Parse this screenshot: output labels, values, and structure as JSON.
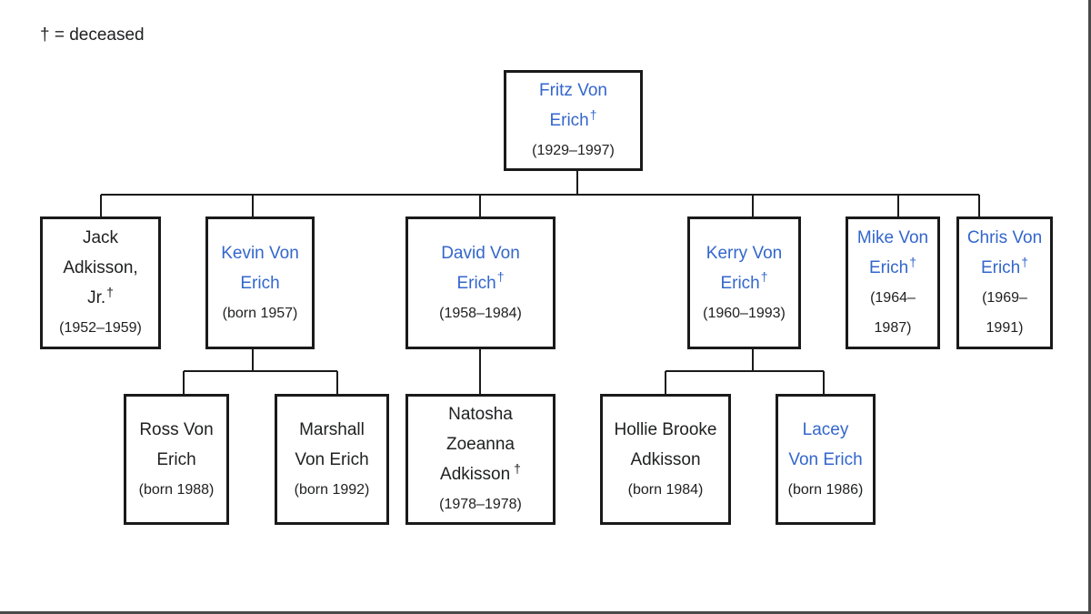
{
  "legend": "† = deceased",
  "dagger": "†",
  "people": {
    "fritz": {
      "name_1": "Fritz Von",
      "name_2": "Erich",
      "dates": "(1929–1997)",
      "deceased": true
    },
    "jack": {
      "name_1": "Jack",
      "name_2": "Adkisson,",
      "name_3": "Jr.",
      "dates": "(1952–1959)",
      "deceased": true
    },
    "kevin": {
      "name_1": "Kevin Von",
      "name_2": "Erich",
      "dates": "(born 1957)",
      "deceased": false
    },
    "david": {
      "name_1": "David Von",
      "name_2": "Erich",
      "dates": "(1958–1984)",
      "deceased": true
    },
    "kerry": {
      "name_1": "Kerry Von",
      "name_2": "Erich",
      "dates": "(1960–1993)",
      "deceased": true
    },
    "mike": {
      "name_1": "Mike Von",
      "name_2": "Erich",
      "dates_1": "(1964–",
      "dates_2": "1987)",
      "deceased": true
    },
    "chris": {
      "name_1": "Chris Von",
      "name_2": "Erich",
      "dates_1": "(1969–",
      "dates_2": "1991)",
      "deceased": true
    },
    "ross": {
      "name_1": "Ross Von",
      "name_2": "Erich",
      "dates": "(born 1988)",
      "deceased": false
    },
    "marshall": {
      "name_1": "Marshall",
      "name_2": "Von Erich",
      "dates": "(born 1992)",
      "deceased": false
    },
    "natosha": {
      "name_1": "Natosha",
      "name_2": "Zoeanna",
      "name_3": "Adkisson",
      "dates": "(1978–1978)",
      "deceased": true
    },
    "hollie": {
      "name_1": "Hollie Brooke",
      "name_2": "Adkisson",
      "dates": "(born 1984)",
      "deceased": false
    },
    "lacey": {
      "name_1": "Lacey",
      "name_2": "Von Erich",
      "dates": "(born 1986)",
      "deceased": false
    }
  },
  "colors": {
    "link": "#3366cc",
    "text": "#202122",
    "border": "#1a1a1a"
  }
}
